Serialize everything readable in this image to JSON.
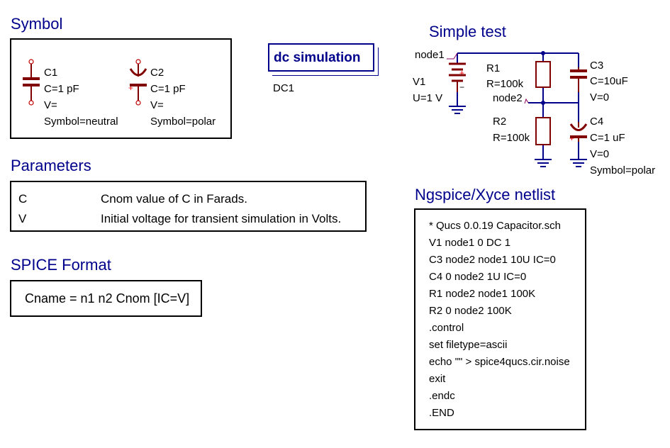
{
  "headings": {
    "symbol": "Symbol",
    "parameters": "Parameters",
    "spice_format": "SPICE Format",
    "simple_test": "Simple test",
    "netlist": "Ngspice/Xyce netlist"
  },
  "symbol_box": {
    "c1": {
      "name": "C1",
      "value": "C=1 pF",
      "v": "V=",
      "symbol": "Symbol=neutral"
    },
    "c2": {
      "name": "C2",
      "value": "C=1 pF",
      "v": "V=",
      "symbol": "Symbol=polar"
    }
  },
  "dc_sim": {
    "label": "dc simulation",
    "name": "DC1"
  },
  "parameters": [
    {
      "name": "C",
      "desc": "Cnom value of C in Farads."
    },
    {
      "name": "V",
      "desc": "Initial voltage for transient simulation in Volts."
    }
  ],
  "spice_format": "Cname = n1 n2 Cnom [IC=V]",
  "schematic": {
    "node1": "node1",
    "node2": "node2",
    "v1": {
      "name": "V1",
      "value": "U=1 V"
    },
    "r1": {
      "name": "R1",
      "value": "R=100k"
    },
    "r2": {
      "name": "R2",
      "value": "R=100k"
    },
    "c3": {
      "name": "C3",
      "value": "C=10uF",
      "v": "V=0"
    },
    "c4": {
      "name": "C4",
      "value": "C=1 uF",
      "v": "V=0",
      "symbol": "Symbol=polar"
    },
    "plus": "+",
    "minus": "−"
  },
  "netlist": [
    "* Qucs 0.0.19  Capacitor.sch",
    "V1 node1 0 DC 1",
    "C3 node2 node1  10U  IC=0",
    "C4 0 node2  1U  IC=0",
    "R1 node2 node1  100K",
    "R2 0 node2  100K",
    ".control",
    "set filetype=ascii",
    "echo \"\" > spice4qucs.cir.noise",
    "exit",
    ".endc",
    ".END"
  ],
  "colors": {
    "heading": "#00008b",
    "wire": "#00008b",
    "component": "#800000",
    "pin": "#c00000",
    "plus": "#ff0000",
    "label_line": "#8b0060"
  }
}
